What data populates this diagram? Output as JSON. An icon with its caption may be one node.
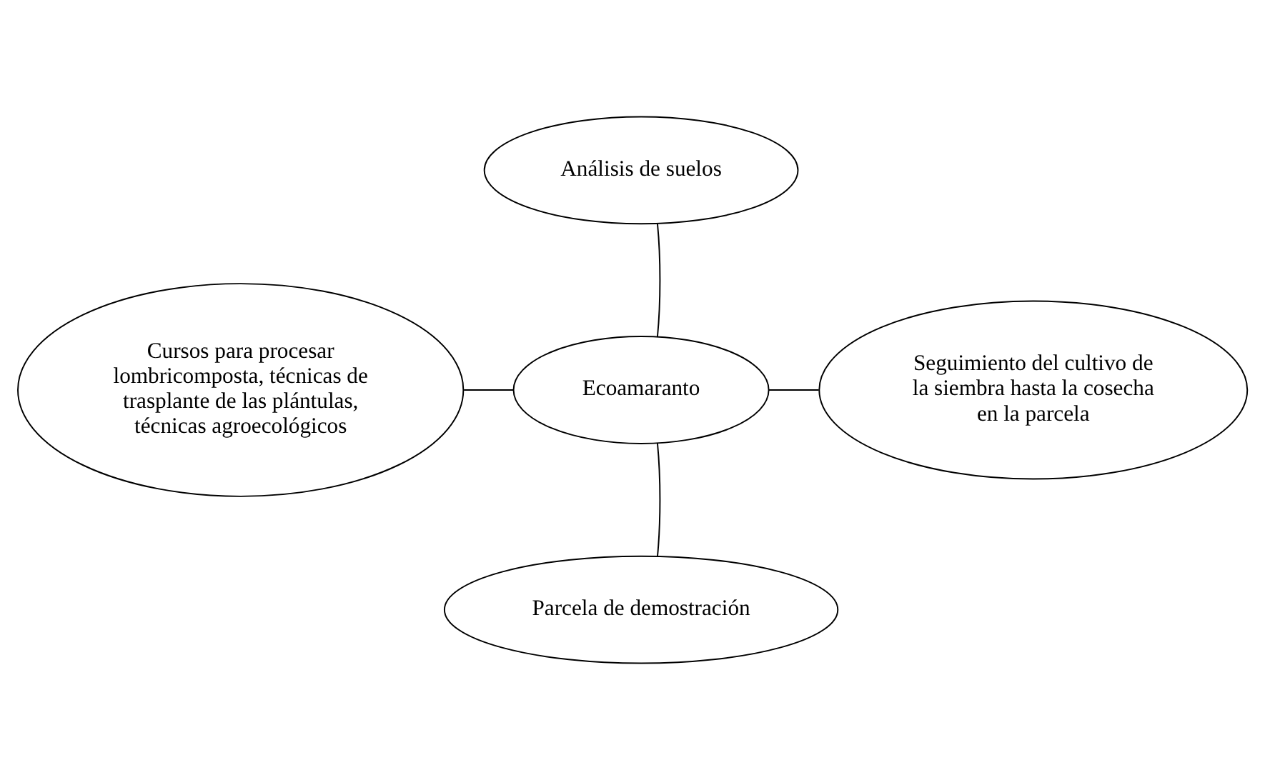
{
  "diagram": {
    "nodes": [
      {
        "text": [
          "Análisis de suelos"
        ]
      },
      {
        "text": [
          "Cursos para procesar lombricomposta, técnicas de trasplante de las plántulas, técnicas agroecológicos"
        ]
      },
      {
        "text": [
          "Ecoamaranto"
        ]
      },
      {
        "text": [
          "Seguimiento del cultivo de la siembra hasta la cosecha en la parcela"
        ]
      },
      {
        "text": [
          "Parcela de demostración"
        ]
      }
    ],
    "edges": [
      {
        "from": 0,
        "to": 2,
        "arrow": "none"
      },
      {
        "from": 1,
        "to": 2,
        "arrow": "none"
      },
      {
        "from": 2,
        "to": 3,
        "arrow": "none"
      },
      {
        "from": 2,
        "to": 4,
        "arrow": "none"
      }
    ]
  }
}
